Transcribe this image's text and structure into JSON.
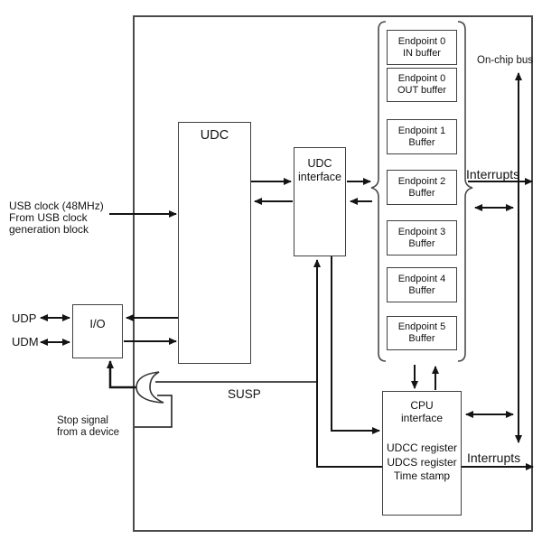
{
  "blocks": {
    "udc": {
      "label": "UDC"
    },
    "udc_interface": {
      "label": "UDC\ninterface"
    },
    "io": {
      "label": "I/O"
    },
    "cpu_interface": {
      "title": "CPU\ninterface",
      "registers": "UDCC register\nUDCS register\nTime stamp"
    }
  },
  "endpoints": [
    {
      "label": "Endpoint 0\nIN buffer"
    },
    {
      "label": "Endpoint 0\nOUT buffer"
    },
    {
      "label": "Endpoint 1\nBuffer"
    },
    {
      "label": "Endpoint 2\nBuffer"
    },
    {
      "label": "Endpoint 3\nBuffer"
    },
    {
      "label": "Endpoint 4\nBuffer"
    },
    {
      "label": "Endpoint 5\nBuffer"
    }
  ],
  "signals": {
    "usb_clock": "USB clock (48MHz)\nFrom USB clock\ngeneration block",
    "udp": "UDP",
    "udm": "UDM",
    "stop_signal": "Stop signal\nfrom a device",
    "susp": "SUSP",
    "on_chip_bus": "On-chip bus",
    "interrupts_top": "Interrupts",
    "interrupts_bottom": "Interrupts"
  },
  "colors": {
    "line": "#141414",
    "border": "#3f3f3f",
    "background": "#ffffff"
  }
}
